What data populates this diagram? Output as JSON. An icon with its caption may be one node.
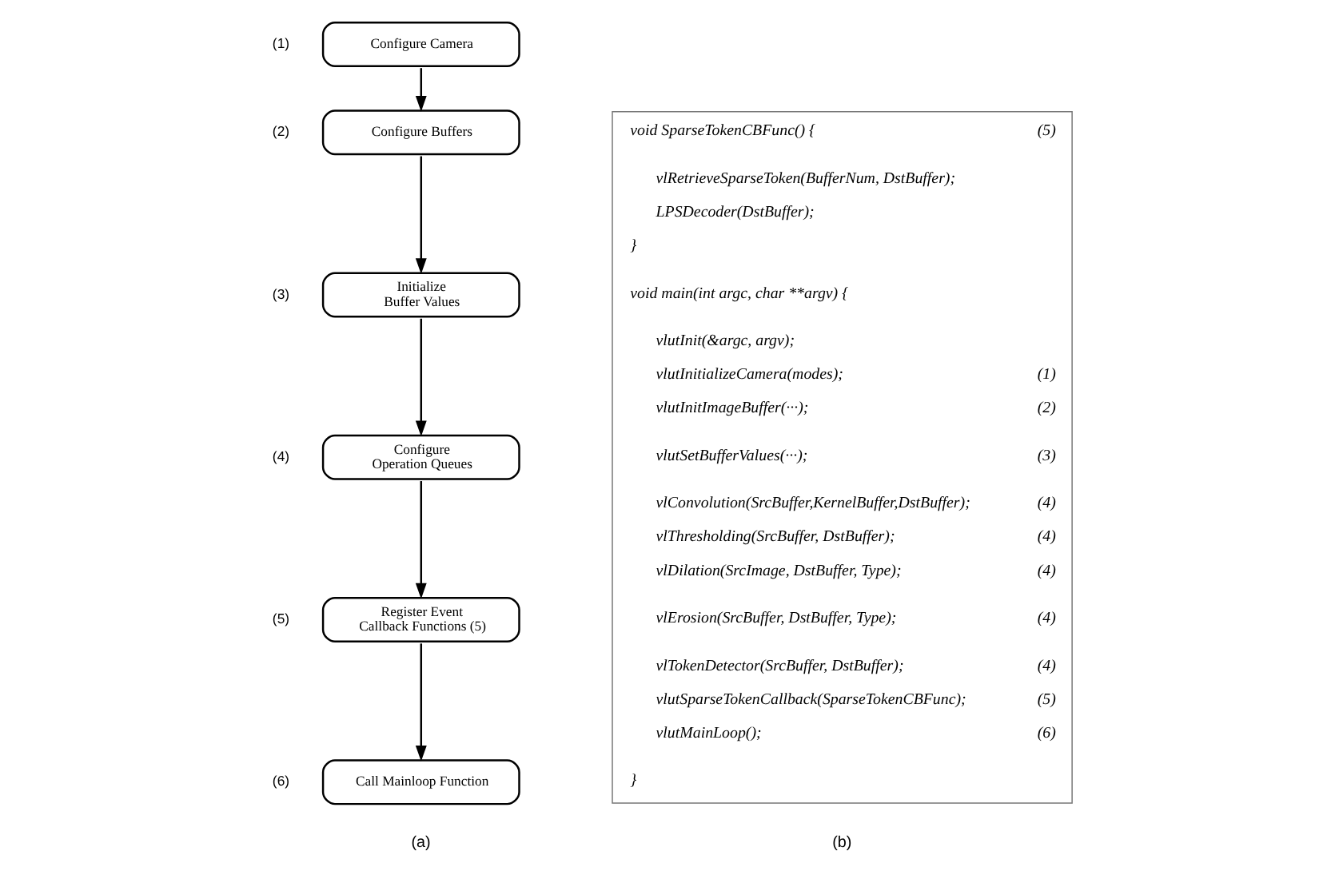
{
  "diagram": {
    "nodes": [
      {
        "text": [
          "Configure Camera"
        ],
        "beside": [
          "(1)"
        ]
      },
      {
        "text": [
          "Configure Buffers"
        ],
        "beside": [
          "(2)"
        ]
      },
      {
        "text": [
          "Initialize Buffer Values"
        ],
        "beside": [
          "(3)"
        ]
      },
      {
        "text": [
          "Configure Operation Queues"
        ],
        "beside": [
          "(4)"
        ]
      },
      {
        "text": [
          "Register Event Callback Functions (5)"
        ],
        "beside": [
          "(5)"
        ]
      },
      {
        "text": [
          "Call Mainloop Function"
        ],
        "beside": [
          "(6)"
        ]
      },
      {
        "text": [],
        "shape": "box"
      },
      {
        "text": [
          "void SparseTokenCBFunc() {"
        ],
        "beside": [
          "(5)"
        ],
        "in": 6
      },
      {
        "text": [
          "vlRetrieveSparseToken(BufferNum, DstBuffer);"
        ],
        "in": 6
      },
      {
        "text": [
          "LPSDecoder(DstBuffer);"
        ],
        "in": 6
      },
      {
        "text": [
          "}"
        ],
        "in": 6
      },
      {
        "text": [
          "void main(int argc, char **argv) {"
        ],
        "in": 6
      },
      {
        "text": [
          "vlutInit(&argc, argv);"
        ],
        "in": 6
      },
      {
        "text": [
          "vlutInitializeCamera(modes);"
        ],
        "beside": [
          "(1)"
        ],
        "in": 6
      },
      {
        "text": [
          "vlutInitImageBuffer(···);"
        ],
        "beside": [
          "(2)"
        ],
        "in": 6
      },
      {
        "text": [
          "vlutSetBufferValues(···);"
        ],
        "beside": [
          "(3)"
        ],
        "in": 6
      },
      {
        "text": [
          "vlConvolution(SrcBuffer,KernelBuffer,DstBuffer);"
        ],
        "beside": [
          "(4)"
        ],
        "in": 6
      },
      {
        "text": [
          "vlThresholding(SrcBuffer, DstBuffer);"
        ],
        "beside": [
          "(4)"
        ],
        "in": 6
      },
      {
        "text": [
          "vlDilation(SrcImage, DstBuffer, Type);"
        ],
        "beside": [
          "(4)"
        ],
        "in": 6
      },
      {
        "text": [
          "vlErosion(SrcBuffer, DstBuffer, Type);"
        ],
        "beside": [
          "(4)"
        ],
        "in": 6
      },
      {
        "text": [
          "vlTokenDetector(SrcBuffer, DstBuffer);"
        ],
        "beside": [
          "(4)"
        ],
        "in": 6
      },
      {
        "text": [
          "vlutSparseTokenCallback(SparseTokenCBFunc);"
        ],
        "beside": [
          "(5)"
        ],
        "in": 6
      },
      {
        "text": [
          "vlutMainLoop();"
        ],
        "beside": [
          "(6)"
        ],
        "in": 6
      },
      {
        "text": [
          "}"
        ],
        "in": 6
      }
    ],
    "edges": [
      {
        "from": 0,
        "to": 1,
        "arrow": "to"
      },
      {
        "from": 1,
        "to": 2,
        "arrow": "to"
      },
      {
        "from": 2,
        "to": 3,
        "arrow": "to"
      },
      {
        "from": 3,
        "to": 4,
        "arrow": "to"
      },
      {
        "from": 4,
        "to": 5,
        "arrow": "to"
      }
    ],
    "labels": [
      "(a)",
      "(b)"
    ]
  }
}
